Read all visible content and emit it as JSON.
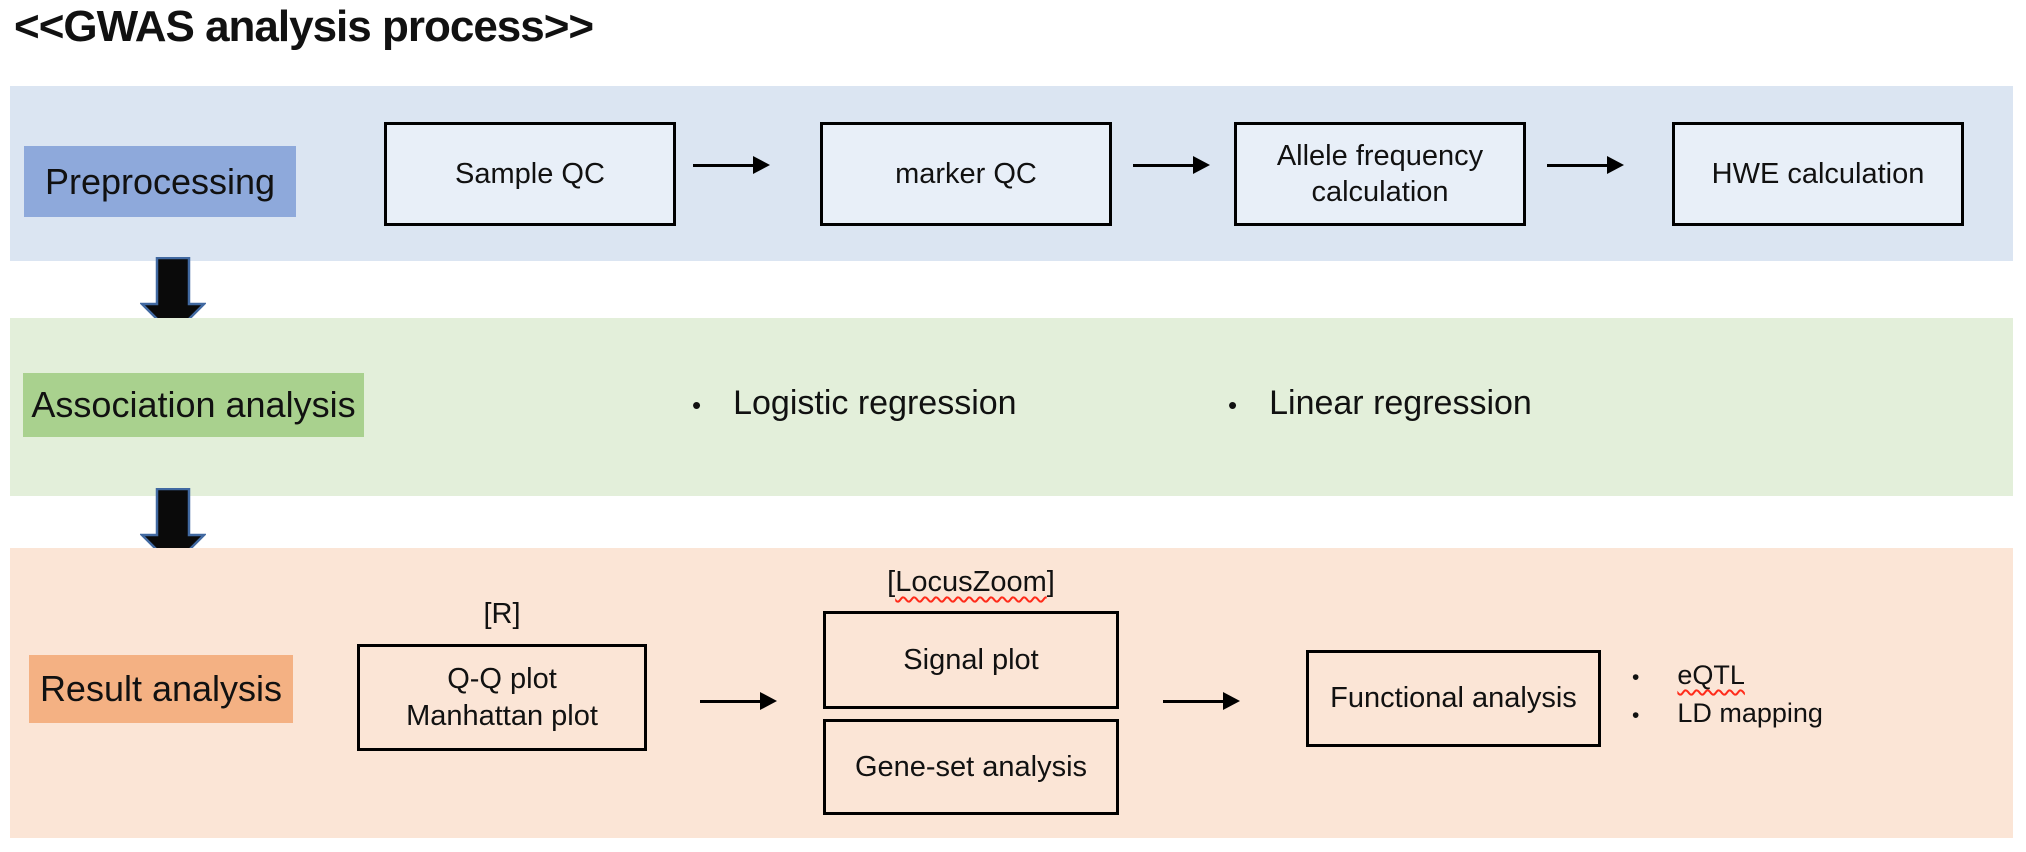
{
  "title": "<<GWAS analysis process>>",
  "glyphs": {
    "bullet": "•"
  },
  "colors": {
    "band_blue": "#dbe5f2",
    "band_green": "#e3efda",
    "band_orange": "#fbe5d6",
    "label_blue": "#8ea9db",
    "label_green": "#a9d18e",
    "label_orange": "#f4b183",
    "arrow_fill": "#0a0a0a",
    "arrow_outline": "#4169a1",
    "spellcheck_red": "#ff2b1a"
  },
  "preprocessing": {
    "label": "Preprocessing",
    "boxes": [
      "Sample QC",
      "marker QC",
      "Allele frequency calculation",
      "HWE calculation"
    ]
  },
  "association": {
    "label": "Association analysis",
    "bullets": [
      "Logistic regression",
      "Linear regression"
    ]
  },
  "result": {
    "label": "Result analysis",
    "tool_r": "[R]",
    "tool_locuszoom": {
      "open": "[",
      "name": "LocusZoom",
      "close": "]"
    },
    "qq_box": {
      "line1": "Q-Q plot",
      "line2": "Manhattan plot"
    },
    "signal_box": "Signal plot",
    "geneset_box": "Gene-set analysis",
    "functional_box": "Functional analysis",
    "bullets": [
      "eQTL",
      "LD mapping"
    ]
  }
}
